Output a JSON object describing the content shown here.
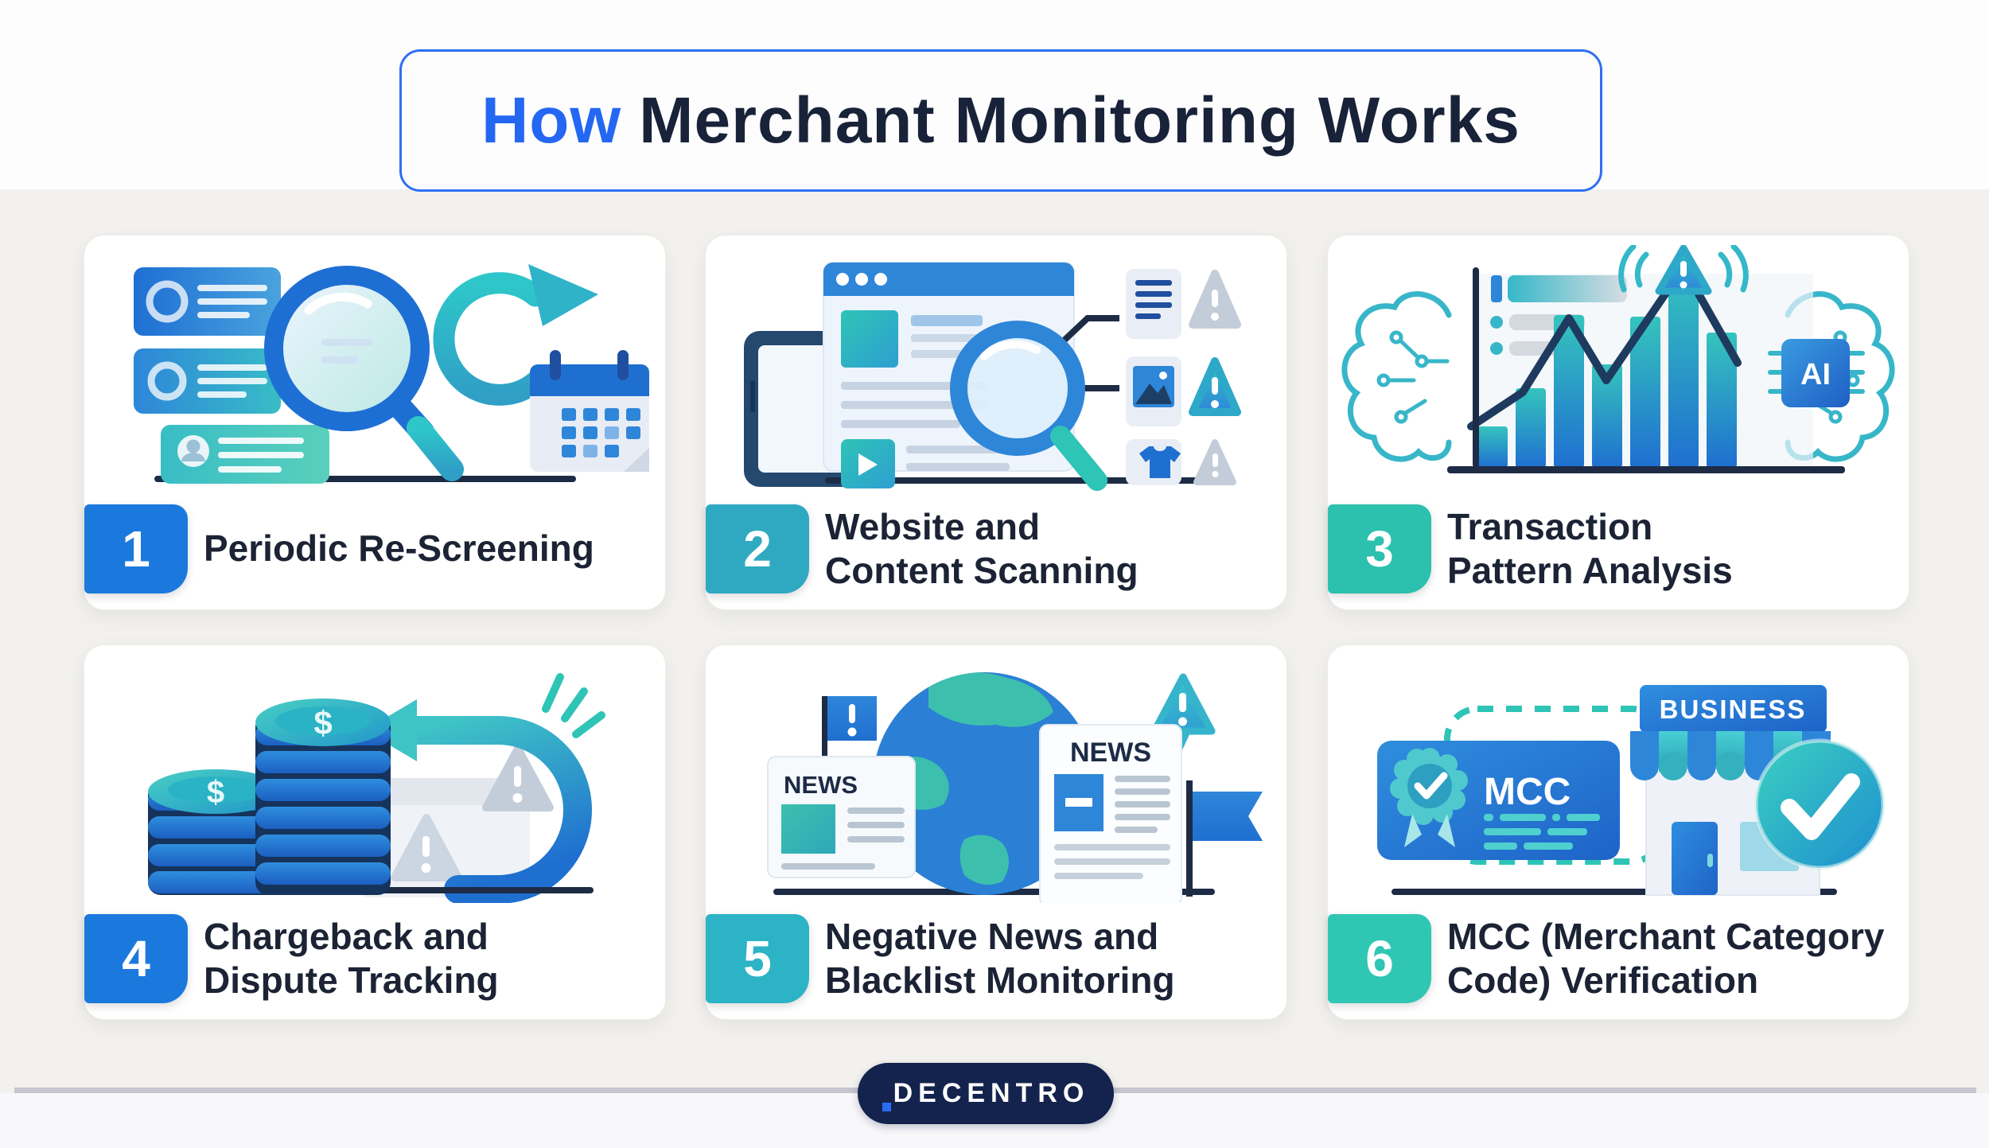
{
  "title": {
    "highlight": "How",
    "rest": "Merchant Monitoring Works"
  },
  "cards": [
    {
      "number": "1",
      "label_line1": "Periodic Re-Screening",
      "label_line2": "",
      "badge_color": "#1b79dd"
    },
    {
      "number": "2",
      "label_line1": "Website and",
      "label_line2": "Content Scanning",
      "badge_color": "#2fa9c2"
    },
    {
      "number": "3",
      "label_line1": "Transaction",
      "label_line2": "Pattern Analysis",
      "badge_color": "#2cc0ae"
    },
    {
      "number": "4",
      "label_line1": "Chargeback and",
      "label_line2": "Dispute Tracking",
      "badge_color": "#1b79dd"
    },
    {
      "number": "5",
      "label_line1": "Negative News and",
      "label_line2": "Blacklist Monitoring",
      "badge_color": "#2cb3c6"
    },
    {
      "number": "6",
      "label_line1": "MCC (Merchant Category",
      "label_line2": "Code) Verification",
      "badge_color": "#30c6b4"
    }
  ],
  "illustrations": {
    "ai_chip": "AI",
    "news": "NEWS",
    "business_sign": "BUSINESS",
    "mcc_card": "MCC",
    "dollar": "$"
  },
  "footer": {
    "logo": "DECENTRO"
  },
  "colors": {
    "accent_blue": "#2367f2",
    "navy_text": "#1b2334",
    "badge_blue": "#1b79dd",
    "badge_cyan": "#2fa9c2",
    "badge_teal_green": "#2cc0ae",
    "badge_cyan_2": "#2cb3c6",
    "badge_teal_2": "#30c6b4",
    "title_border": "#2f6ff2",
    "divider": "#c5c6d0",
    "footer_pill_bg": "#13234d",
    "logo_dot_blue": "#2a6df5",
    "illustration_blue": "#2e86d9",
    "illustration_teal": "#35b8c9",
    "baseline_navy": "#1d2b45"
  }
}
